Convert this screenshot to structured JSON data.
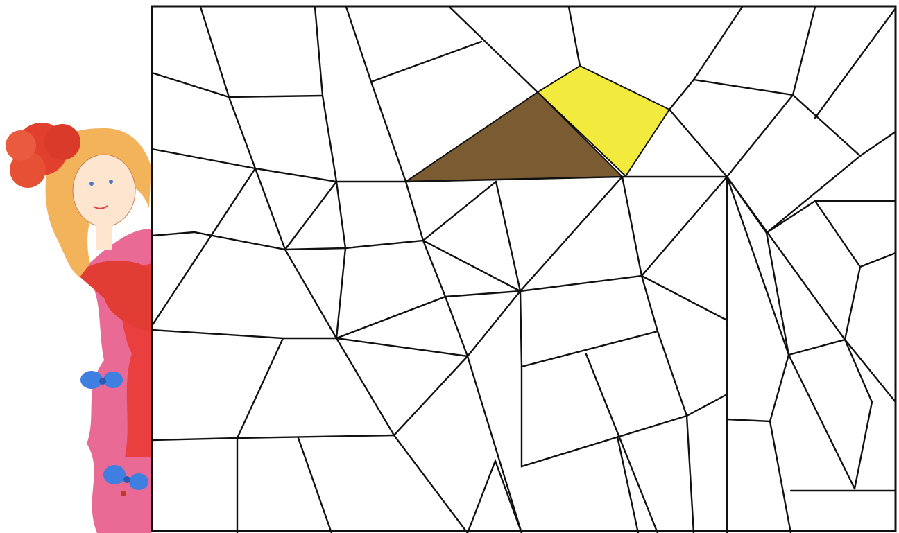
{
  "puzzle": {
    "name": "coloring mosaic",
    "filled_pieces": [
      {
        "id": "yellow-quad",
        "color": "#f2ea3c"
      },
      {
        "id": "brown-triangle",
        "color": "#7b5b32"
      }
    ],
    "line_color": "#111111",
    "paper_color": "#ffffff"
  },
  "character": {
    "description_icon": "girl-with-magic-wand-icon",
    "dress_color": "#e0483a",
    "hair_color": "#f3b35a",
    "flower_color": "#e2402e",
    "bow_color": "#3f7fe0",
    "wand_tip_color": "#f3a63a"
  }
}
